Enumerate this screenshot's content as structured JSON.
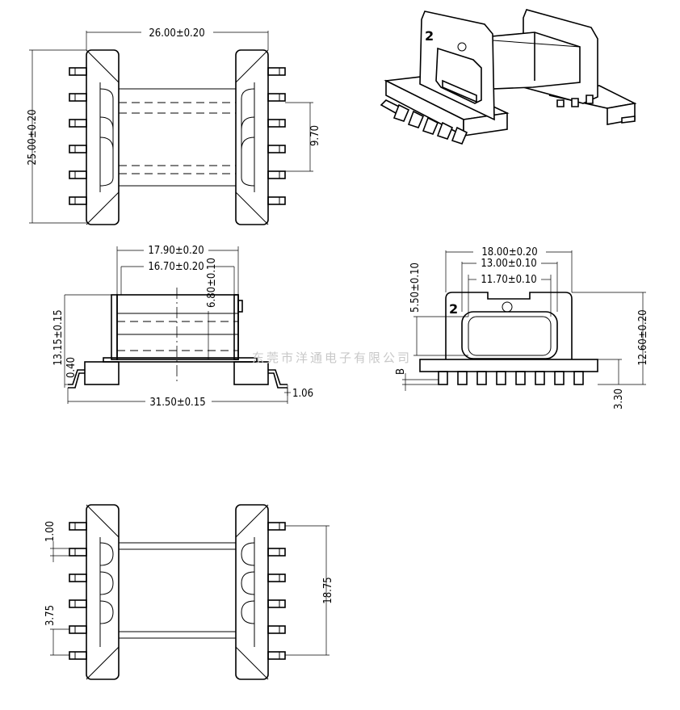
{
  "top_view": {
    "width": "26.00±0.20",
    "height": "25.00±0.20",
    "pitch": "9.70"
  },
  "side_view": {
    "width_outer": "17.90±0.20",
    "width_inner": "16.70±0.20",
    "core_height": "6.80±0.10",
    "height": "13.15±0.15",
    "lead_offset": "0.40",
    "length": "31.50±0.15",
    "lead_thickness": "1.06"
  },
  "front_view": {
    "width_outer": "18.00±0.20",
    "width_mid": "13.00±0.10",
    "width_inner": "11.70±0.10",
    "window_height": "5.50±0.10",
    "height": "12.60±0.20",
    "base_height": "3.30",
    "label_b": "B",
    "pin_number": "2"
  },
  "iso_view": {
    "pin_number": "2"
  },
  "bottom_view": {
    "pin_width": "1.00",
    "pin_pitch": "3.75",
    "pin_span": "18.75"
  },
  "watermark": "东莞市洋通电子有限公司"
}
